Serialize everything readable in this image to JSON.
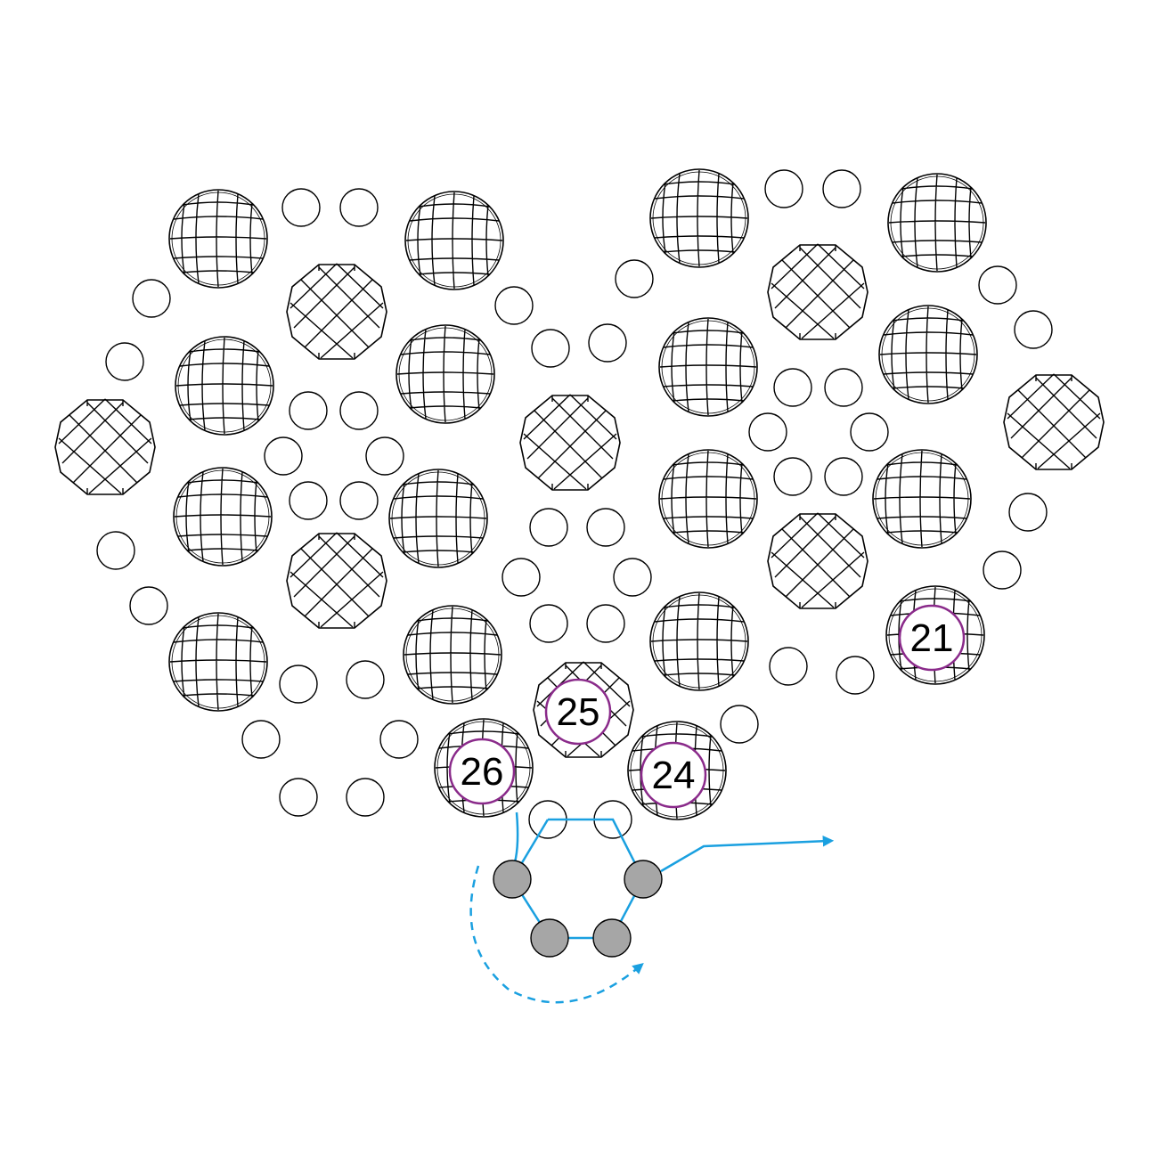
{
  "colors": {
    "bead_stroke": "#000000",
    "seed_fill": "#ffffff",
    "thread": "#1aa0e0",
    "label_ring": "#8a2a8a",
    "gray_seed": "#a6a6a6"
  },
  "labels": {
    "bead_21": "21",
    "bead_24": "24",
    "bead_25": "25",
    "bead_26": "26"
  },
  "icons": {
    "faceted_bead": "faceted-bead-icon",
    "seed_bead": "seed-bead-icon",
    "thread_arrow": "arrow-icon"
  }
}
